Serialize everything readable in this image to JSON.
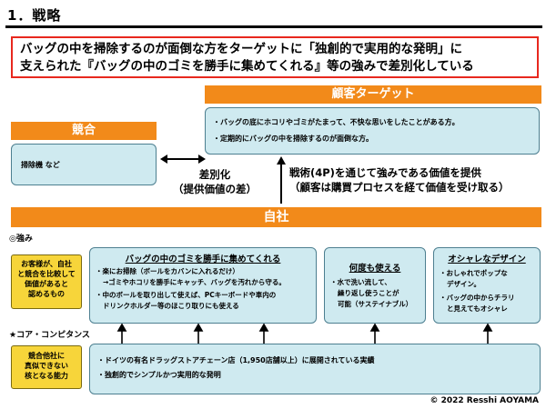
{
  "title": "1．戦略",
  "headline": {
    "line1": "バッグの中を掃除するのが面倒な方をターゲットに「独創的で実用的な発明」に",
    "line2": "支えられた『バッグの中のゴミを勝手に集めてくれる』等の強みで差別化している"
  },
  "customer": {
    "title": "顧客ターゲット",
    "items": [
      "・バッグの底にホコリやゴミがたまって、不快な思いをしたことがある方。",
      "・定期的にバッグの中を掃除するのが面倒な方。"
    ]
  },
  "competition": {
    "title": "競合",
    "item": "掃除機 など"
  },
  "differentiation": {
    "line1": "差別化",
    "line2": "（提供価値の差）"
  },
  "strategy": {
    "line1": "戦術(4P)を通じて強みである価値を提供",
    "line2": "（顧客は購買プロセスを経て価値を受け取る）"
  },
  "company": {
    "title": "自社"
  },
  "strengths": {
    "label": "◎強み",
    "sidenote": [
      "お客様が、自社",
      "と競合を比較して",
      "価値があると",
      "認めるもの"
    ],
    "s1": {
      "title": "バッグの中のゴミを勝手に集めてくれる",
      "lines": [
        "・楽にお掃除（ボールをカバンに入れるだけ）",
        "→ゴミやホコリを勝手にキャッチ、バッグを汚れから守る。",
        "・中のボールを取り出して使えば、PCキーボードや車内の",
        "ドリンクホルダー等のほこり取りにも使える"
      ]
    },
    "s2": {
      "title": "何度も使える",
      "lines": [
        "・水で洗い流して、",
        "繰り返し使うことが",
        "可能（サステイナブル）"
      ]
    },
    "s3": {
      "title": "オシャレなデザイン",
      "lines": [
        "・おしゃれでポップな",
        "デザイン。",
        "・バッグの中からチラリ",
        "と見えてもオシャレ"
      ]
    }
  },
  "core": {
    "label": "★コア・コンピタンス",
    "sidenote": [
      "競合他社に",
      "真似できない",
      "核となる能力"
    ],
    "lines": [
      "・ドイツの有名ドラッグストアチェーン店（1,950店舗以上）に展開されている実績",
      "・独創的でシンプルかつ実用的な発明"
    ]
  },
  "copyright": "© 2022 Resshi AOYAMA",
  "colors": {
    "accent": "#f28a1a",
    "border_red": "#e8281e",
    "box_fill": "#cfeaf0",
    "note_fill": "#f7d53a"
  }
}
